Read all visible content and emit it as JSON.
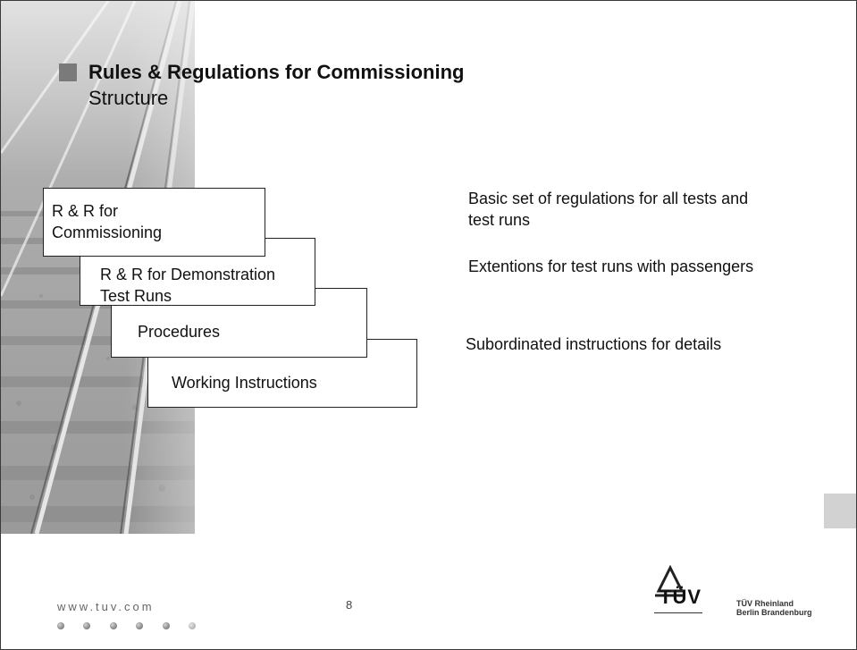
{
  "slide": {
    "title": "Rules & Regulations for Commissioning",
    "subtitle": "Structure"
  },
  "hierarchy": [
    {
      "line1": "R & R for",
      "line2": "Commissioning"
    },
    {
      "line1": "R & R for Demonstration",
      "line2": "Test Runs"
    },
    {
      "line1": "Procedures"
    },
    {
      "line1": "Working Instructions"
    }
  ],
  "descriptions": {
    "basic_line1": "Basic set of regulations for all tests and",
    "basic_line2": "test runs",
    "extentions": "Extentions for test runs with passengers",
    "subordinated": "Subordinated instructions for details"
  },
  "footer": {
    "url": "www.tuv.com",
    "page_number": "8",
    "logo_text": "TÜV",
    "org_line1": "TÜV Rheinland",
    "org_line2": "Berlin Brandenburg"
  },
  "colors": {
    "bullet": "#7a7a7a",
    "box_border": "#222222",
    "photo": "#a9a9a9"
  }
}
